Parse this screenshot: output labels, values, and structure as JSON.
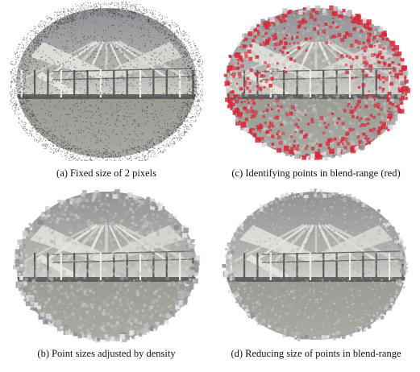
{
  "figure": {
    "panels": [
      {
        "id": "a",
        "caption": "(a) Fixed size of 2 pixels",
        "style": "fixed-small"
      },
      {
        "id": "c",
        "caption": "(c) Identifying points in blend-range (red)",
        "style": "blend-red"
      },
      {
        "id": "b",
        "caption": "(b) Point sizes adjusted by density",
        "style": "density"
      },
      {
        "id": "d",
        "caption": "(d) Reducing size of points in blend-range",
        "style": "reduced"
      }
    ]
  },
  "colors": {
    "floor": "#9a9b93",
    "ceiling": "#8c8e93",
    "structure_light": "#e6e4de",
    "structure_dark": "#4a4a4e",
    "speckle_dark": "#2c2c30",
    "blend_red": "#d8283a"
  }
}
